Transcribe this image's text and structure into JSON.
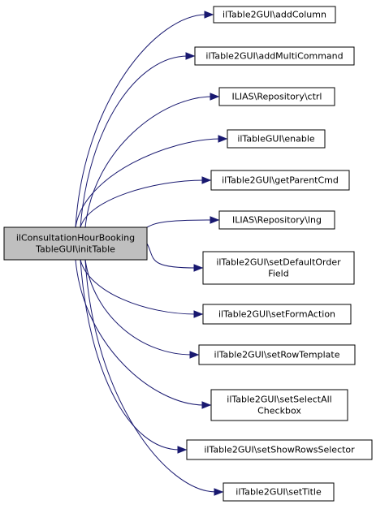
{
  "graph": {
    "source": {
      "lines": [
        "ilConsultationHourBooking",
        "TableGUI\\initTable"
      ]
    },
    "targets": [
      {
        "lines": [
          "ilTable2GUI\\addColumn"
        ]
      },
      {
        "lines": [
          "ilTable2GUI\\addMultiCommand"
        ]
      },
      {
        "lines": [
          "ILIAS\\Repository\\ctrl"
        ]
      },
      {
        "lines": [
          "ilTableGUI\\enable"
        ]
      },
      {
        "lines": [
          "ilTable2GUI\\getParentCmd"
        ]
      },
      {
        "lines": [
          "ILIAS\\Repository\\lng"
        ]
      },
      {
        "lines": [
          "ilTable2GUI\\setDefaultOrder",
          "Field"
        ]
      },
      {
        "lines": [
          "ilTable2GUI\\setFormAction"
        ]
      },
      {
        "lines": [
          "ilTable2GUI\\setRowTemplate"
        ]
      },
      {
        "lines": [
          "ilTable2GUI\\setSelectAll",
          "Checkbox"
        ]
      },
      {
        "lines": [
          "ilTable2GUI\\setShowRowsSelector"
        ]
      },
      {
        "lines": [
          "ilTable2GUI\\setTitle"
        ]
      }
    ],
    "colors": {
      "edge": "#191970",
      "source_fill": "#bfbfbf",
      "node_fill": "#ffffff",
      "border": "#000000"
    }
  }
}
